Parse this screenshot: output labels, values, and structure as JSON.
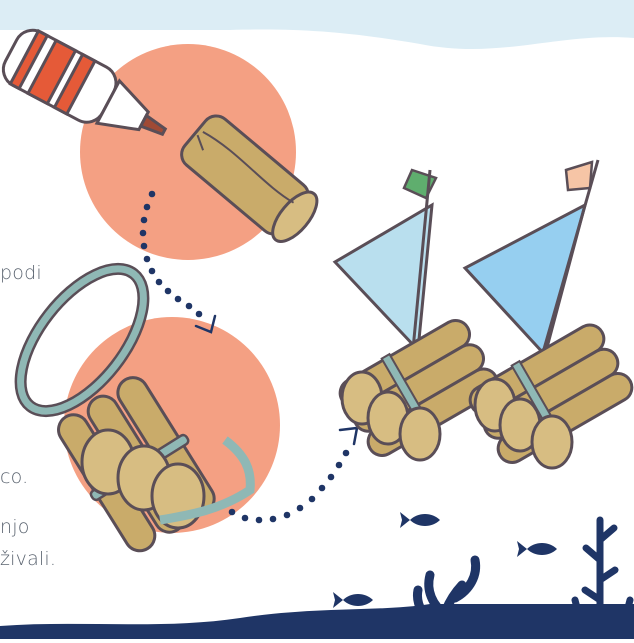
{
  "text_fragments": {
    "line_podi": "podi",
    "line_co": "co.",
    "line_njo": "njo",
    "line_zivali": "živali."
  },
  "colors": {
    "sky_band": "#dcedf5",
    "peach_circle": "#f4a083",
    "cork": "#c9ab6a",
    "cork_outline": "#5a4e57",
    "rubber_band": "#8fb8b5",
    "sail_light": "#b9dfee",
    "sail_blue": "#96cff0",
    "flag_green": "#5fae6e",
    "flag_peach": "#f6c5a6",
    "navy_sea": "#1f3566",
    "dots": "#1f3566"
  },
  "icons": [
    "glue-bottle-icon",
    "rubber-band-icon",
    "cork-bundle-icon",
    "cork-raft-icon",
    "fish-icon",
    "seaweed-icon",
    "arrow-icon"
  ]
}
